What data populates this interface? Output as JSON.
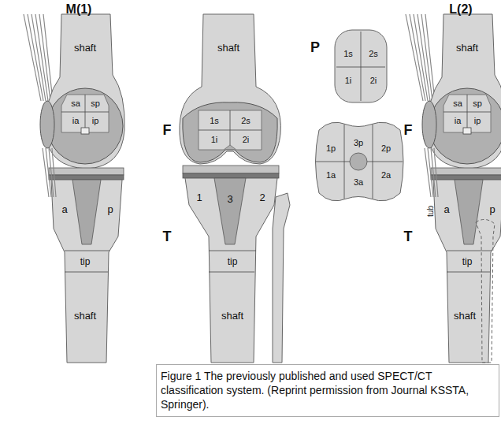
{
  "diagram": {
    "caption": "Figure 1 The previously published and used SPECT/CT classification system. (Reprint permission from Journal KSSTA, Springer).",
    "labels": [
      "M(1)",
      "shaft",
      "sa",
      "sp",
      "ia",
      "ip",
      "a",
      "p",
      "tip",
      "shaft",
      "F",
      "shaft",
      "1s",
      "2s",
      "1i",
      "2i",
      "T",
      "1",
      "3",
      "2",
      "tip",
      "shaft",
      "P",
      "1s",
      "2s",
      "1i",
      "2i",
      "3p",
      "1p",
      "2p",
      "1a",
      "2a",
      "3a",
      "L(2)",
      "F",
      "shaft",
      "sa",
      "sp",
      "ia",
      "ip",
      "T",
      "tub",
      "a",
      "p",
      "tip",
      "shaft"
    ]
  }
}
